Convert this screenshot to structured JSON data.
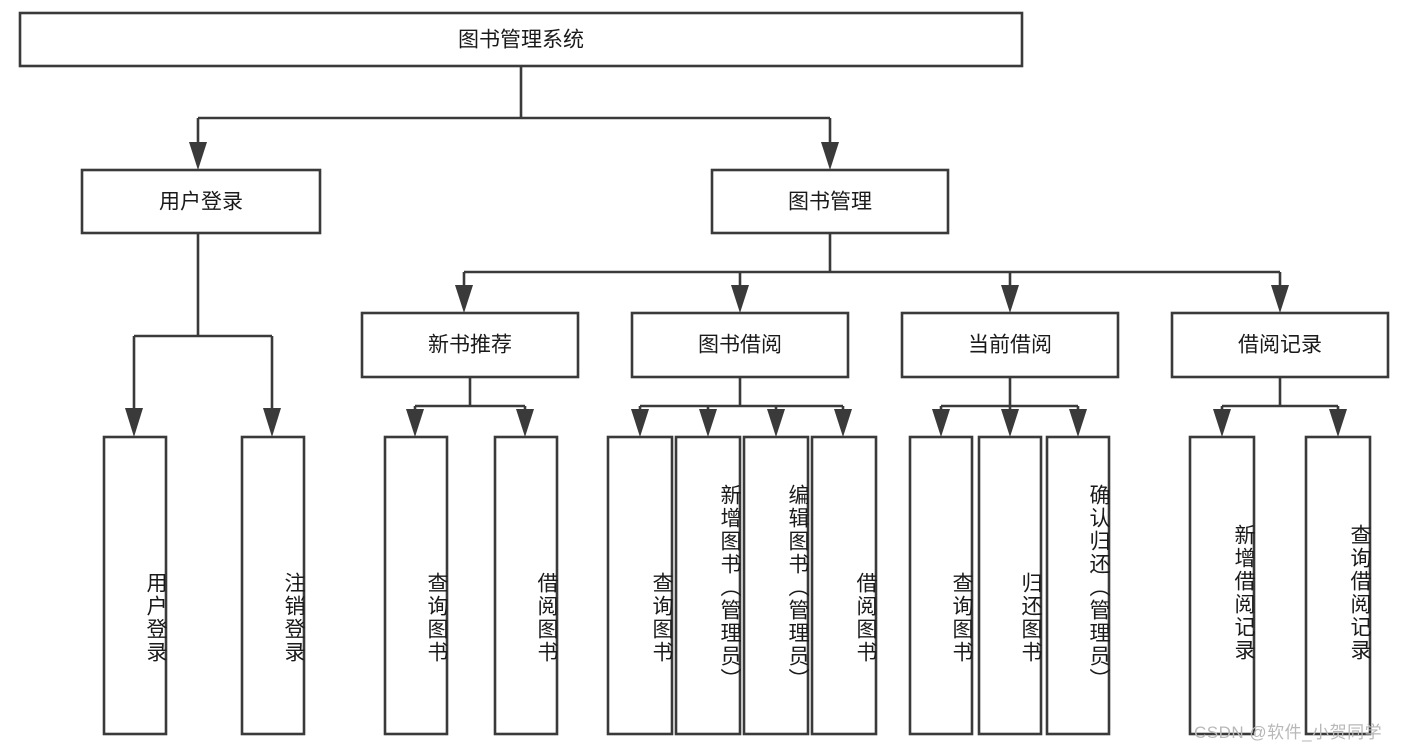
{
  "diagram": {
    "title": "图书管理系统",
    "type": "tree-hierarchy",
    "watermark": "CSDN @软件_小贺同学",
    "colors": {
      "stroke": "#3a3a3a",
      "fill": "#ffffff",
      "text": "#1a1a1a",
      "watermark": "#b8b8b8"
    },
    "root": {
      "label": "图书管理系统"
    },
    "level2": [
      {
        "label": "用户登录"
      },
      {
        "label": "图书管理"
      }
    ],
    "level3": [
      {
        "label": "新书推荐"
      },
      {
        "label": "图书借阅"
      },
      {
        "label": "当前借阅"
      },
      {
        "label": "借阅记录"
      }
    ],
    "leaves": {
      "user_login": [
        {
          "label": "用户登录"
        },
        {
          "label": "注销登录"
        }
      ],
      "new_book_recommend": [
        {
          "label": "查询图书"
        },
        {
          "label": "借阅图书"
        }
      ],
      "book_borrow": [
        {
          "label": "查询图书"
        },
        {
          "label": "新增图书（管理员）"
        },
        {
          "label": "编辑图书（管理员）"
        },
        {
          "label": "借阅图书"
        }
      ],
      "current_borrow": [
        {
          "label": "查询图书"
        },
        {
          "label": "归还图书"
        },
        {
          "label": "确认归还（管理员）"
        }
      ],
      "borrow_record": [
        {
          "label": "新增借阅记录"
        },
        {
          "label": "查询借阅记录"
        }
      ]
    }
  }
}
